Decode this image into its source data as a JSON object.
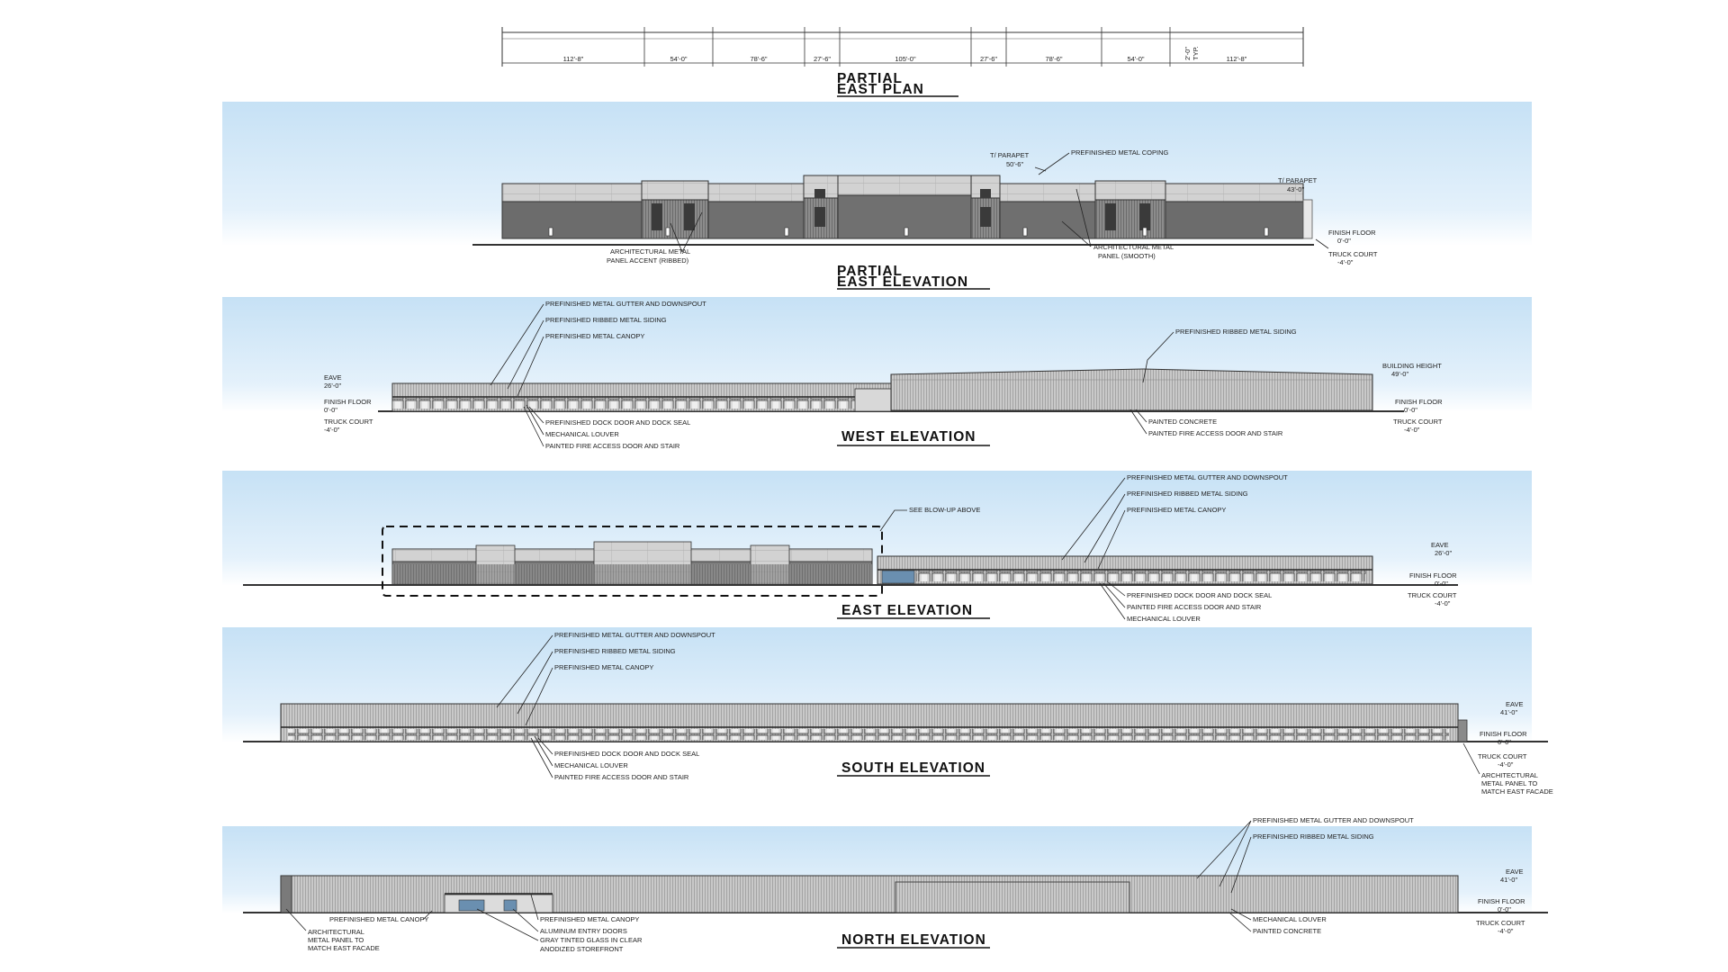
{
  "plan": {
    "dims": [
      "112'-8\"",
      "54'-0\"",
      "78'-6\"",
      "27'-6\"",
      "105'-0\"",
      "27'-6\"",
      "78'-6\"",
      "54'-0\"",
      "112'-8\""
    ],
    "typ_dim": "2'-0\"",
    "typ": "TYP.",
    "title_1": "PARTIAL",
    "title_2": "EAST PLAN"
  },
  "partial_east_elevation": {
    "title_1": "PARTIAL",
    "title_2": "EAST ELEVATION",
    "notes": {
      "parapet_high_1": "T/ PARAPET",
      "parapet_high_2": "50'-6\"",
      "coping": "PREFINISHED METAL COPING",
      "parapet_low_1": "T/ PARAPET",
      "parapet_low_2": "43'-0\"",
      "finish_floor_1": "FINISH FLOOR",
      "finish_floor_2": "0'-0\"",
      "truck_court_1": "TRUCK COURT",
      "truck_court_2": "-4'-0\"",
      "ribbed_1": "ARCHITECTURAL METAL",
      "ribbed_2": "PANEL ACCENT (RIBBED)",
      "smooth_1": "ARCHITECTURAL METAL",
      "smooth_2": "PANEL (SMOOTH)"
    }
  },
  "west_elevation": {
    "title": "WEST ELEVATION",
    "notes": {
      "gutter": "PREFINISHED METAL GUTTER AND DOWNSPOUT",
      "siding": "PREFINISHED RIBBED METAL SIDING",
      "canopy": "PREFINISHED METAL CANOPY",
      "siding_right": "PREFINISHED RIBBED METAL SIDING",
      "eave_1": "EAVE",
      "eave_2": "26'-0\"",
      "finish_floor_1": "FINISH FLOOR",
      "finish_floor_2": "0'-0\"",
      "truck_court_1": "TRUCK COURT",
      "truck_court_2": "-4'-0\"",
      "building_height_1": "BUILDING HEIGHT",
      "building_height_2": "49'-0\"",
      "finish_floor_r1": "FINISH FLOOR",
      "finish_floor_r2": "0'-0\"",
      "truck_court_r1": "TRUCK COURT",
      "truck_court_r2": "-4'-0\"",
      "dock": "PREFINISHED DOCK DOOR AND DOCK SEAL",
      "louver": "MECHANICAL LOUVER",
      "fire": "PAINTED FIRE ACCESS DOOR AND STAIR",
      "concrete": "PAINTED CONCRETE",
      "fire_right": "PAINTED FIRE ACCESS DOOR AND STAIR"
    }
  },
  "east_elevation": {
    "title": "EAST ELEVATION",
    "notes": {
      "blowup": "SEE BLOW-UP ABOVE",
      "gutter": "PREFINISHED METAL GUTTER AND DOWNSPOUT",
      "siding": "PREFINISHED RIBBED METAL SIDING",
      "canopy": "PREFINISHED METAL CANOPY",
      "eave_1": "EAVE",
      "eave_2": "26'-0\"",
      "finish_floor_1": "FINISH FLOOR",
      "finish_floor_2": "0'-0\"",
      "truck_court_1": "TRUCK COURT",
      "truck_court_2": "-4'-0\"",
      "dock": "PREFINISHED DOCK DOOR AND DOCK SEAL",
      "fire": "PAINTED FIRE ACCESS DOOR AND STAIR",
      "louver": "MECHANICAL LOUVER"
    }
  },
  "south_elevation": {
    "title": "SOUTH ELEVATION",
    "notes": {
      "gutter": "PREFINISHED METAL GUTTER AND DOWNSPOUT",
      "siding": "PREFINISHED RIBBED METAL SIDING",
      "canopy": "PREFINISHED METAL CANOPY",
      "eave_1": "EAVE",
      "eave_2": "41'-0\"",
      "finish_floor_1": "FINISH FLOOR",
      "finish_floor_2": "0'-0\"",
      "truck_court_1": "TRUCK COURT",
      "truck_court_2": "-4'-0\"",
      "panel_1": "ARCHITECTURAL",
      "panel_2": "METAL PANEL TO",
      "panel_3": "MATCH EAST FACADE",
      "dock": "PREFINISHED DOCK DOOR AND DOCK SEAL",
      "louver": "MECHANICAL LOUVER",
      "fire": "PAINTED FIRE ACCESS DOOR AND STAIR"
    }
  },
  "north_elevation": {
    "title": "NORTH ELEVATION",
    "notes": {
      "gutter": "PREFINISHED METAL GUTTER AND DOWNSPOUT",
      "siding": "PREFINISHED RIBBED METAL SIDING",
      "eave_1": "EAVE",
      "eave_2": "41'-0\"",
      "finish_floor_1": "FINISH FLOOR",
      "finish_floor_2": "0'-0\"",
      "truck_court_1": "TRUCK COURT",
      "truck_court_2": "-4'-0\"",
      "panel_1": "ARCHITECTURAL",
      "panel_2": "METAL PANEL TO",
      "panel_3": "MATCH EAST FACADE",
      "canopy_left": "PREFINISHED METAL CANOPY",
      "canopy_mid": "PREFINISHED METAL CANOPY",
      "entry_doors": "ALUMINUM ENTRY DOORS",
      "glass_1": "GRAY TINTED GLASS IN CLEAR",
      "glass_2": "ANODIZED STOREFRONT",
      "louver": "MECHANICAL LOUVER",
      "concrete": "PAINTED CONCRETE"
    }
  },
  "colors": {
    "sky_top": "#cbe4f6",
    "sky_bottom": "#ffffff",
    "wall_light": "#c8c8c8",
    "wall_dark": "#6e6e6e",
    "ground": "#333333"
  }
}
